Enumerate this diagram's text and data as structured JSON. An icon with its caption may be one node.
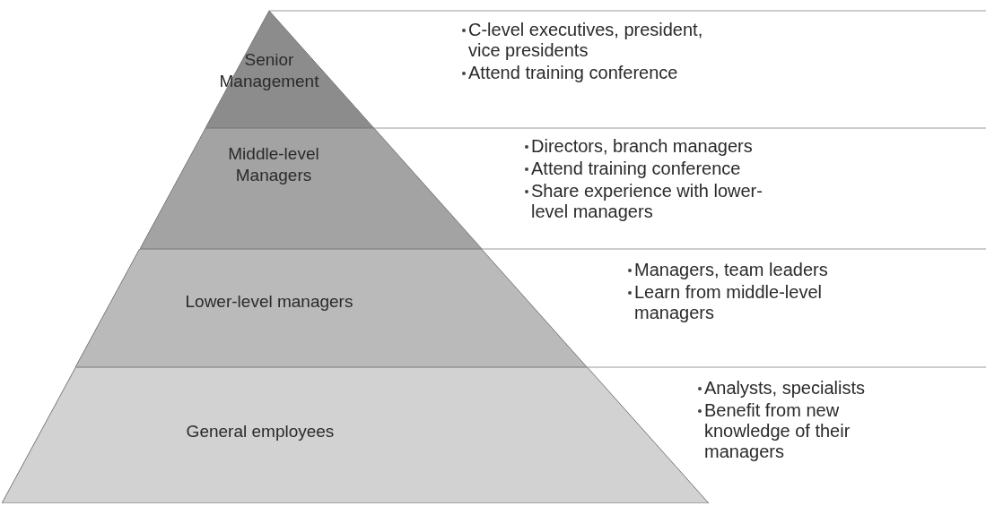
{
  "diagram": {
    "nodes": [
      {
        "text": [
          "Senior Management"
        ],
        "beside": [
          "C-level executives, president, vice presidents",
          "Attend training conference"
        ]
      },
      {
        "text": [
          "Middle-level Managers"
        ],
        "beside": [
          "Directors, branch managers",
          "Attend training conference",
          "Share experience with lower-level managers"
        ]
      },
      {
        "text": [
          "Lower-level managers"
        ],
        "beside": [
          "Managers, team leaders",
          "Learn from middle-level managers"
        ]
      },
      {
        "text": [
          "General employees"
        ],
        "beside": [
          "Analysts, specialists",
          "Benefit from new knowledge of their managers"
        ]
      }
    ]
  }
}
